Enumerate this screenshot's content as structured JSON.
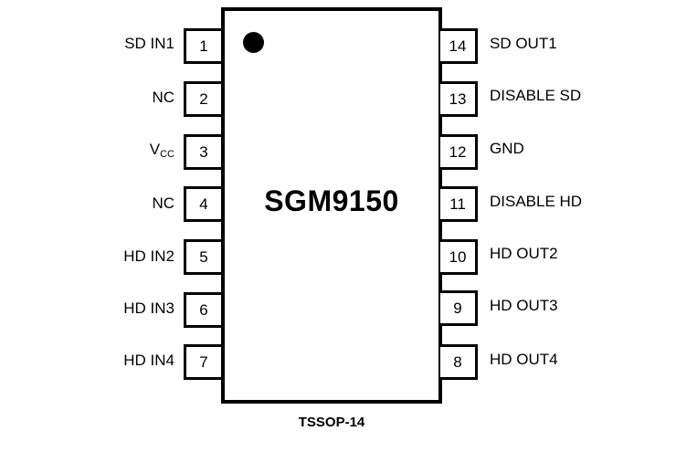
{
  "chip": {
    "name": "SGM9150",
    "package": "TSSOP-14"
  },
  "pins_left": [
    {
      "number": "1",
      "label": "SD IN1"
    },
    {
      "number": "2",
      "label": "NC"
    },
    {
      "number": "3",
      "label_main": "V",
      "label_sub": "CC"
    },
    {
      "number": "4",
      "label": "NC"
    },
    {
      "number": "5",
      "label": "HD IN2"
    },
    {
      "number": "6",
      "label": "HD IN3"
    },
    {
      "number": "7",
      "label": "HD IN4"
    }
  ],
  "pins_right": [
    {
      "number": "14",
      "label": "SD OUT1"
    },
    {
      "number": "13",
      "label": "DISABLE SD"
    },
    {
      "number": "12",
      "label": "GND"
    },
    {
      "number": "11",
      "label": "DISABLE HD"
    },
    {
      "number": "10",
      "label": "HD OUT2"
    },
    {
      "number": "9",
      "label": "HD OUT3"
    },
    {
      "number": "8",
      "label": "HD OUT4"
    }
  ]
}
